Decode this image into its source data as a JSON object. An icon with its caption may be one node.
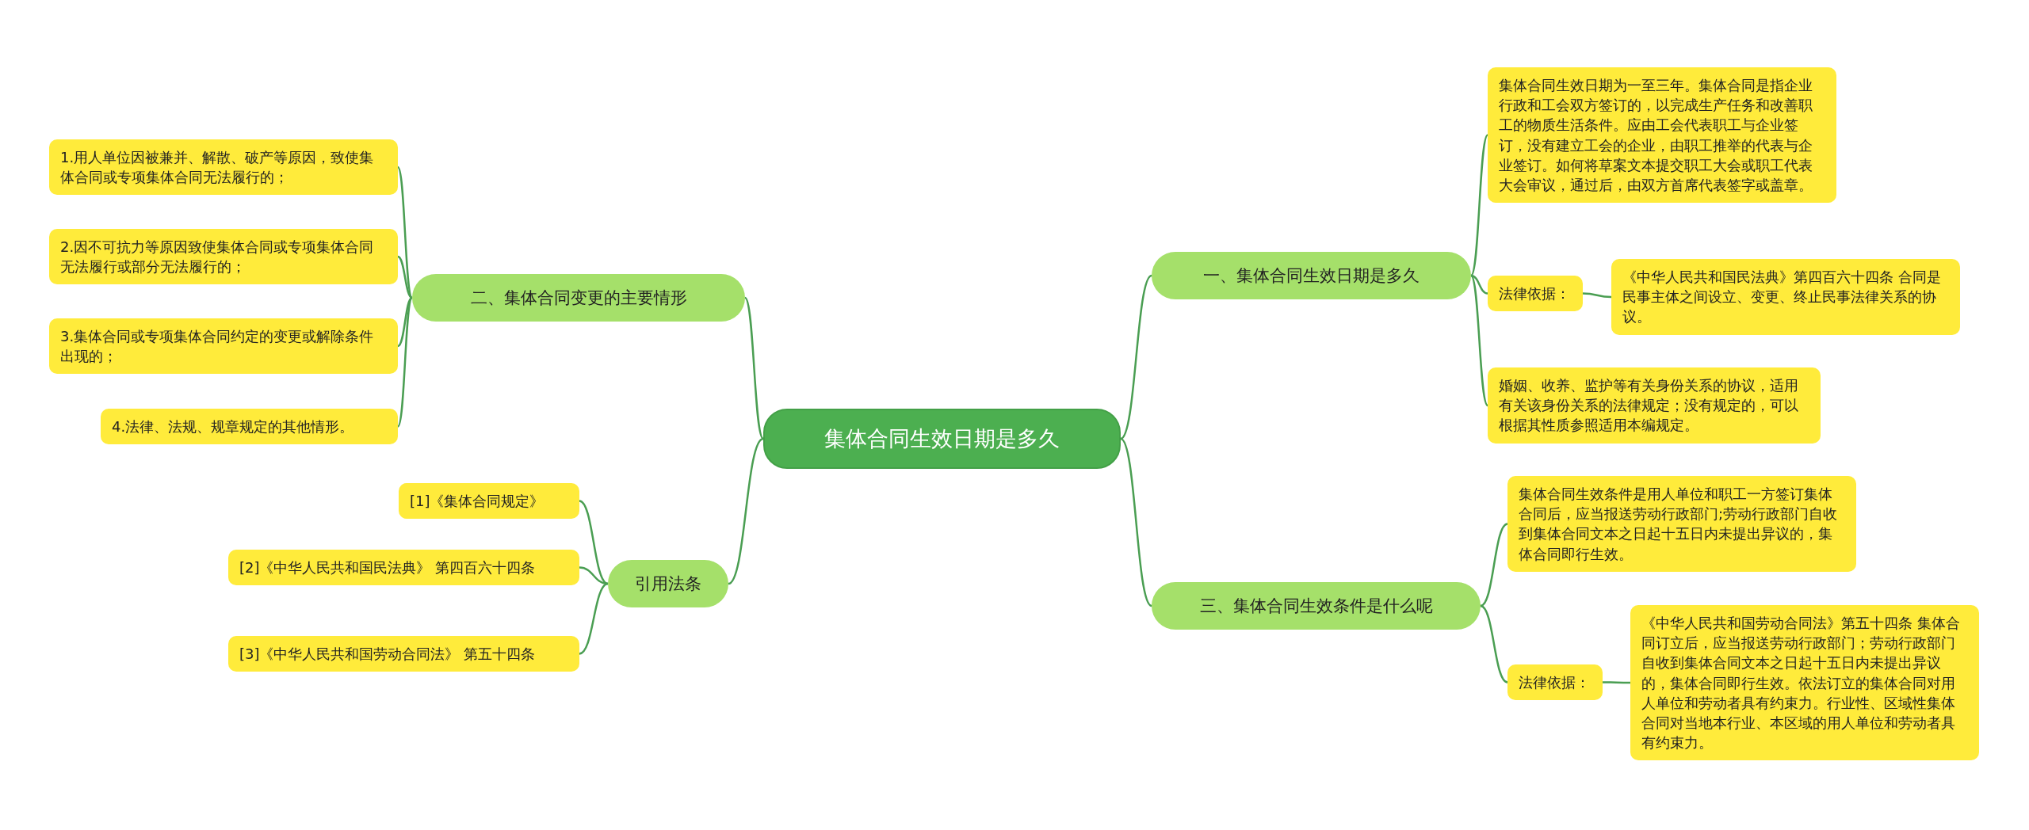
{
  "diagram": {
    "nodes": [
      {
        "text": [
          "集体合同生效日期是多久"
        ]
      },
      {
        "text": [
          "一、集体合同生效日期是多久"
        ]
      },
      {
        "text": [
          "集体合同生效日期为一至三年。集体合同是指企业行政和工会双方签订的，以完成生产任务和改善职工的物质生活条件。应由工会代表职工与企业签订，没有建立工会的企业，由职工推举的代表与企业签订。如何将草案文本提交职工大会或职工代表大会审议，通过后，由双方首席代表签字或盖章。"
        ]
      },
      {
        "text": [
          "法律依据："
        ]
      },
      {
        "text": [
          "《中华人民共和国民法典》第四百六十四条 合同是民事主体之间设立、变更、终止民事法律关系的协议。"
        ]
      },
      {
        "text": [
          "婚姻、收养、监护等有关身份关系的协议，适用有关该身份关系的法律规定；没有规定的，可以根据其性质参照适用本编规定。"
        ]
      },
      {
        "text": [
          "三、集体合同生效条件是什么呢"
        ]
      },
      {
        "text": [
          "集体合同生效条件是用人单位和职工一方签订集体合同后，应当报送劳动行政部门;劳动行政部门自收到集体合同文本之日起十五日内未提出异议的，集体合同即行生效。"
        ]
      },
      {
        "text": [
          "法律依据："
        ]
      },
      {
        "text": [
          "《中华人民共和国劳动合同法》第五十四条 集体合同订立后，应当报送劳动行政部门；劳动行政部门自收到集体合同文本之日起十五日内未提出异议的，集体合同即行生效。依法订立的集体合同对用人单位和劳动者具有约束力。行业性、区域性集体合同对当地本行业、本区域的用人单位和劳动者具有约束力。"
        ]
      },
      {
        "text": [
          "二、集体合同变更的主要情形"
        ]
      },
      {
        "text": [
          "1.用人单位因被兼并、解散、破产等原因，致使集体合同或专项集体合同无法履行的；"
        ]
      },
      {
        "text": [
          "2.因不可抗力等原因致使集体合同或专项集体合同无法履行或部分无法履行的；"
        ]
      },
      {
        "text": [
          "3.集体合同或专项集体合同约定的变更或解除条件出现的；"
        ]
      },
      {
        "text": [
          "4.法律、法规、规章规定的其他情形。"
        ]
      },
      {
        "text": [
          "引用法条"
        ]
      },
      {
        "text": [
          "[1]《集体合同规定》"
        ]
      },
      {
        "text": [
          "[2]《中华人民共和国民法典》 第四百六十四条"
        ]
      },
      {
        "text": [
          "[3]《中华人民共和国劳动合同法》 第五十四条"
        ]
      }
    ],
    "edges": [
      {
        "from": 0,
        "to": 1,
        "arrow": "none"
      },
      {
        "from": 1,
        "to": 2,
        "arrow": "none"
      },
      {
        "from": 1,
        "to": 3,
        "arrow": "none"
      },
      {
        "from": 3,
        "to": 4,
        "arrow": "none"
      },
      {
        "from": 1,
        "to": 5,
        "arrow": "none"
      },
      {
        "from": 0,
        "to": 6,
        "arrow": "none"
      },
      {
        "from": 6,
        "to": 7,
        "arrow": "none"
      },
      {
        "from": 6,
        "to": 8,
        "arrow": "none"
      },
      {
        "from": 8,
        "to": 9,
        "arrow": "none"
      },
      {
        "from": 0,
        "to": 10,
        "arrow": "none"
      },
      {
        "from": 10,
        "to": 11,
        "arrow": "none"
      },
      {
        "from": 10,
        "to": 12,
        "arrow": "none"
      },
      {
        "from": 10,
        "to": 13,
        "arrow": "none"
      },
      {
        "from": 10,
        "to": 14,
        "arrow": "none"
      },
      {
        "from": 0,
        "to": 15,
        "arrow": "none"
      },
      {
        "from": 15,
        "to": 16,
        "arrow": "none"
      },
      {
        "from": 15,
        "to": 17,
        "arrow": "none"
      },
      {
        "from": 15,
        "to": 18,
        "arrow": "none"
      }
    ]
  }
}
